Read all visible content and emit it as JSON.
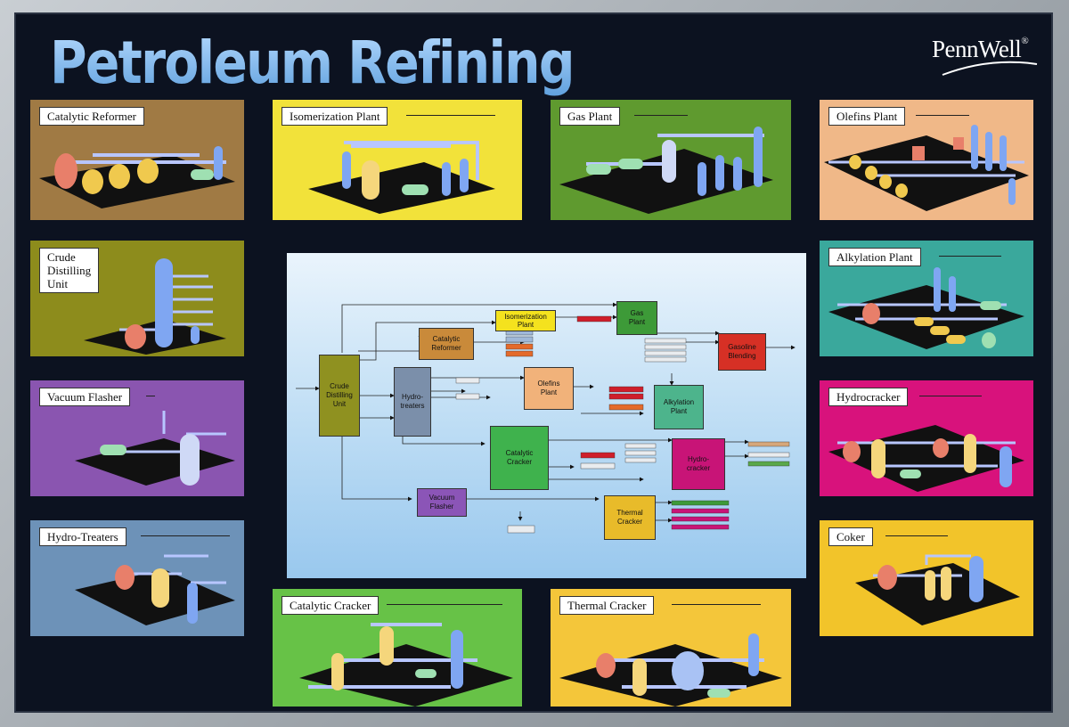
{
  "poster": {
    "title": "Petroleum Refining",
    "publisher": "PennWell",
    "publisher_mark": "®"
  },
  "panels": {
    "catalytic_reformer": {
      "label": "Catalytic Reformer",
      "bg": "#a07a44"
    },
    "isomerization_plant": {
      "label": "Isomerization Plant",
      "bg": "#f2e23a"
    },
    "gas_plant": {
      "label": "Gas Plant",
      "bg": "#5f9a2f"
    },
    "olefins_plant": {
      "label": "Olefins Plant",
      "bg": "#f0b888"
    },
    "crude_distilling_unit": {
      "label_lines": [
        "Crude",
        "Distilling",
        "Unit"
      ],
      "bg": "#8d8c1c"
    },
    "alkylation_plant": {
      "label": "Alkylation Plant",
      "bg": "#3aa89c"
    },
    "vacuum_flasher": {
      "label": "Vacuum Flasher",
      "bg": "#8a55b0"
    },
    "hydrocracker": {
      "label": "Hydrocracker",
      "bg": "#d8127c"
    },
    "hydro_treaters": {
      "label": "Hydro-Treaters",
      "bg": "#6d92b8"
    },
    "coker": {
      "label": "Coker",
      "bg": "#f2c42a"
    },
    "catalytic_cracker": {
      "label": "Catalytic Cracker",
      "bg": "#67c247"
    },
    "thermal_cracker": {
      "label": "Thermal Cracker",
      "bg": "#f4c63a"
    }
  },
  "flow": {
    "crude_distilling_unit": [
      "Crude",
      "Distilling",
      "Unit"
    ],
    "hydro_treaters": [
      "Hydro-",
      "treaters"
    ],
    "catalytic_reformer": [
      "Catalytic",
      "Reformer"
    ],
    "isomerization_plant": [
      "Isomerization",
      "Plant"
    ],
    "gas_plant": [
      "Gas",
      "Plant"
    ],
    "olefins_plant": [
      "Olefins",
      "Plant"
    ],
    "alkylation_plant": [
      "Alkylation",
      "Plant"
    ],
    "gasoline_blending": [
      "Gasoline",
      "Blending"
    ],
    "catalytic_cracker": [
      "Catalytic",
      "Cracker"
    ],
    "hydro_cracker": [
      "Hydro-",
      "cracker"
    ],
    "vacuum_flasher": [
      "Vacuum",
      "Flasher"
    ],
    "thermal_cracker": [
      "Thermal",
      "Cracker"
    ]
  },
  "colors": {
    "orange_box": "#c98a3a",
    "yellow_box": "#f4e21e",
    "green_box": "#3d9a38",
    "olefins_box": "#f1b27a",
    "alky_box": "#4db48c",
    "gasoline_box": "#d63025",
    "hydro_box": "#c81477",
    "olive_box": "#8f9120",
    "slate_box": "#7b8faa",
    "purple_box": "#8b55b7",
    "cc_box": "#3fb24d",
    "thermal_box": "#e8bb2a"
  }
}
